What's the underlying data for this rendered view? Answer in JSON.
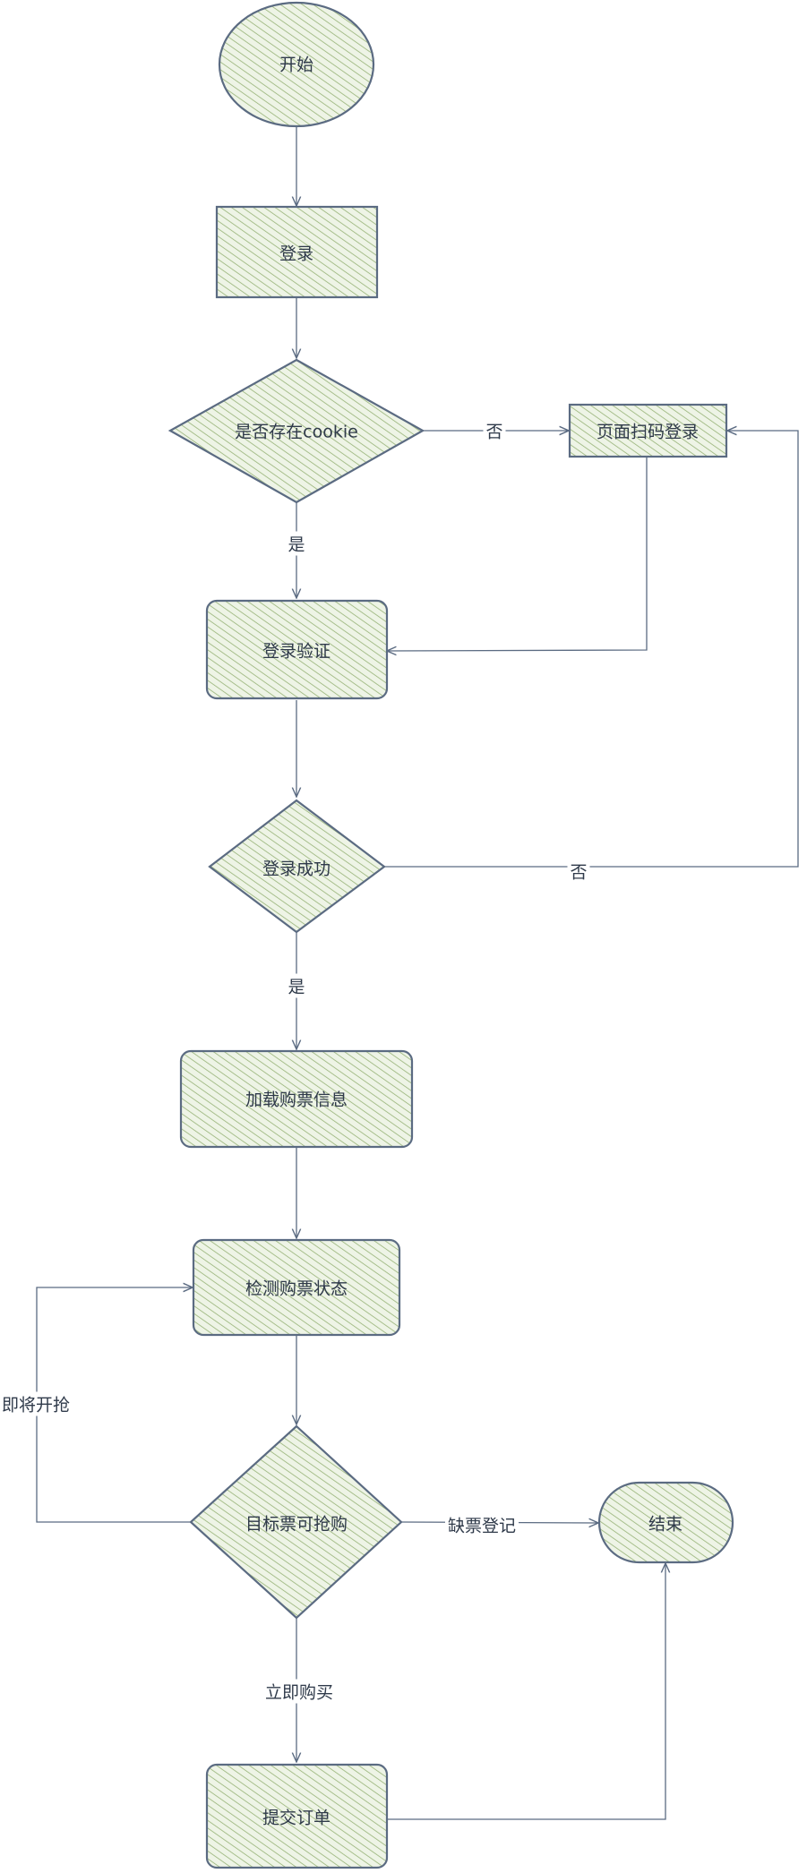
{
  "colors": {
    "stroke": "#5b6b82",
    "fill": "#7fa15a",
    "fill_bg": "#eef4e6",
    "text": "#2f3a4a"
  },
  "nodes": {
    "start": "开始",
    "login": "登录",
    "has_cookie": "是否存在cookie",
    "qr_login": "页面扫码登录",
    "verify": "登录验证",
    "login_success": "登录成功",
    "load_info": "加载购票信息",
    "check_status": "检测购票状态",
    "can_buy": "目标票可抢购",
    "end": "结束",
    "submit_order": "提交订单"
  },
  "edges": {
    "cookie_no": "否",
    "cookie_yes": "是",
    "success_no": "否",
    "success_yes": "是",
    "coming_soon": "即将开抢",
    "shortage": "缺票登记",
    "buy_now": "立即购买"
  }
}
